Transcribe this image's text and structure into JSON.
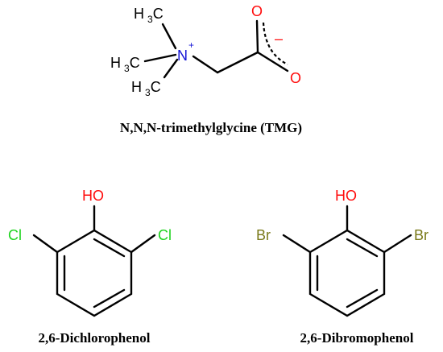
{
  "colors": {
    "carbon_bond": "#000000",
    "nitrogen": "#1414d6",
    "oxygen": "#ff0d0d",
    "chlorine": "#1fd41f",
    "bromine": "#7a7a1a"
  },
  "tmg": {
    "methyl_top": "H3C",
    "methyl_left": "H3C",
    "methyl_bottom": "H3C",
    "nitrogen": "N",
    "nitrogen_charge": "+",
    "oxygen_top": "O",
    "oxygen_bottom": "O",
    "carboxylate_charge": "–",
    "caption": "N,N,N-trimethylglycine (TMG)"
  },
  "dichlorophenol": {
    "hydroxyl": "HO",
    "halogen_left": "Cl",
    "halogen_right": "Cl",
    "caption": "2,6-Dichlorophenol"
  },
  "dibromophenol": {
    "hydroxyl": "HO",
    "halogen_left": "Br",
    "halogen_right": "Br",
    "caption": "2,6-Dibromophenol"
  }
}
